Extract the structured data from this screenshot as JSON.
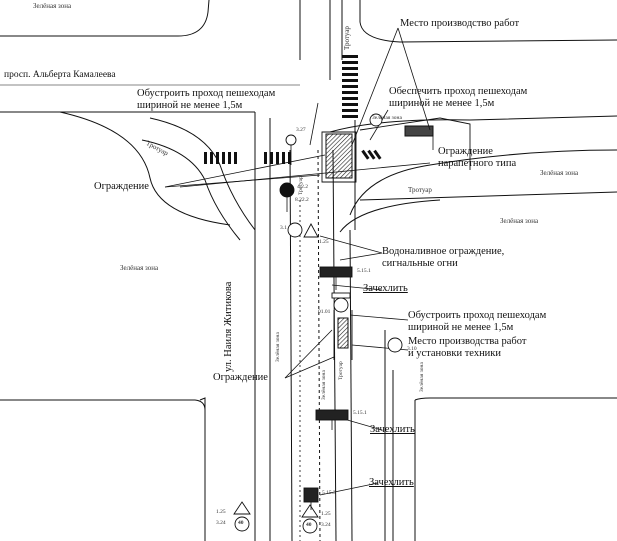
{
  "labels": {
    "green_zone_top": "Зелёная зона",
    "avenue": "просп. Альберта Камалеева",
    "sidewalk_top": "Тротуар",
    "sidewalk_left": "Тротуар",
    "work_site_top": "Место производство работ",
    "arrange_passage_1_line1": "Обустроить проход пешеходам",
    "arrange_passage_1_line2": "шириной не менее 1,5м",
    "ensure_passage_line1": "Обеспечить проход пешеходам",
    "ensure_passage_line2": "шириной не менее 1,5м",
    "green_zone_small_top": "Зелёная зона",
    "parapet_fence_line1": "Ограждение",
    "parapet_fence_line2": "парапетного типа",
    "fence_left": "Ограждение",
    "green_zone_right1": "Зелёная зона",
    "sidewalk_mid": "Тротуар",
    "green_zone_right2": "Зелёная зона",
    "street": "ул. Наиля Житикова",
    "water_fence_line1": "Водоналивное ограждение,",
    "water_fence_line2": "сигнальные огни",
    "green_zone_left": "Зелёная зона",
    "cover_1": "Зачехлить",
    "arrange_passage_2_line1": "Обустроить проход пешеходам",
    "arrange_passage_2_line2": "шириной не менее 1,5м",
    "work_site_2_line1": "Место производства работ",
    "work_site_2_line2": "и установки техники",
    "fence_bottom": "Ограждение",
    "green_zone_vert_left": "Зелёная зона",
    "green_zone_vert_mid": "Зелёная зона",
    "sidewalk_vert": "Тротуар",
    "green_zone_vert_right": "Зелёная зона",
    "sidewalk_vert_street": "Тротуар",
    "cover_2": "Зачехлить",
    "cover_3": "Зачехлить"
  },
  "sign_codes": {
    "s_3_27": "3.27",
    "s_4_2_2": "4.2.2",
    "s_8_22_2": "8.22.2",
    "s_1_25_top": "1.25",
    "s_3_1": "3.1",
    "s_5_15_1_a": "5.15.1",
    "s_01_01": "01.01",
    "s_3_10": "3.10",
    "s_5_15_1_b": "5.15.1",
    "s_5_15_3": "5.15.3",
    "s_1_25_bl": "1.25",
    "s_3_24_bl": "3.24",
    "s_1_25_br": "1.25",
    "s_3_24_br": "3.24",
    "speed_left": "40",
    "speed_right": "40"
  }
}
